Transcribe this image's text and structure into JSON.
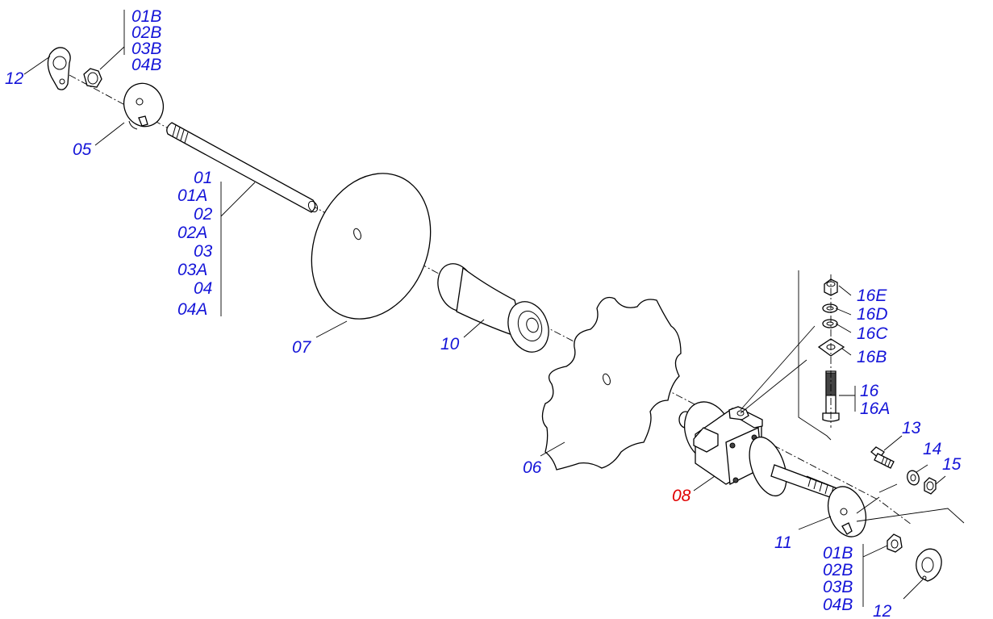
{
  "colors": {
    "label": "#1414d8",
    "highlight": "#e00000",
    "line": "#000000",
    "background": "#ffffff"
  },
  "highlighted_part": "08",
  "labels": {
    "p12_top": "12",
    "p01b_top": "01B",
    "p02b_top": "02B",
    "p03b_top": "03B",
    "p04b_top": "04B",
    "p05": "05",
    "p01": "01",
    "p01a": "01A",
    "p02": "02",
    "p02a": "02A",
    "p03": "03",
    "p03a": "03A",
    "p04": "04",
    "p04a": "04A",
    "p07": "07",
    "p10": "10",
    "p06": "06",
    "p08": "08",
    "p16e": "16E",
    "p16d": "16D",
    "p16c": "16C",
    "p16b": "16B",
    "p16": "16",
    "p16a": "16A",
    "p13": "13",
    "p14": "14",
    "p15": "15",
    "p11": "11",
    "p01b_bot": "01B",
    "p02b_bot": "02B",
    "p03b_bot": "03B",
    "p04b_bot": "04B",
    "p12_bot": "12"
  }
}
